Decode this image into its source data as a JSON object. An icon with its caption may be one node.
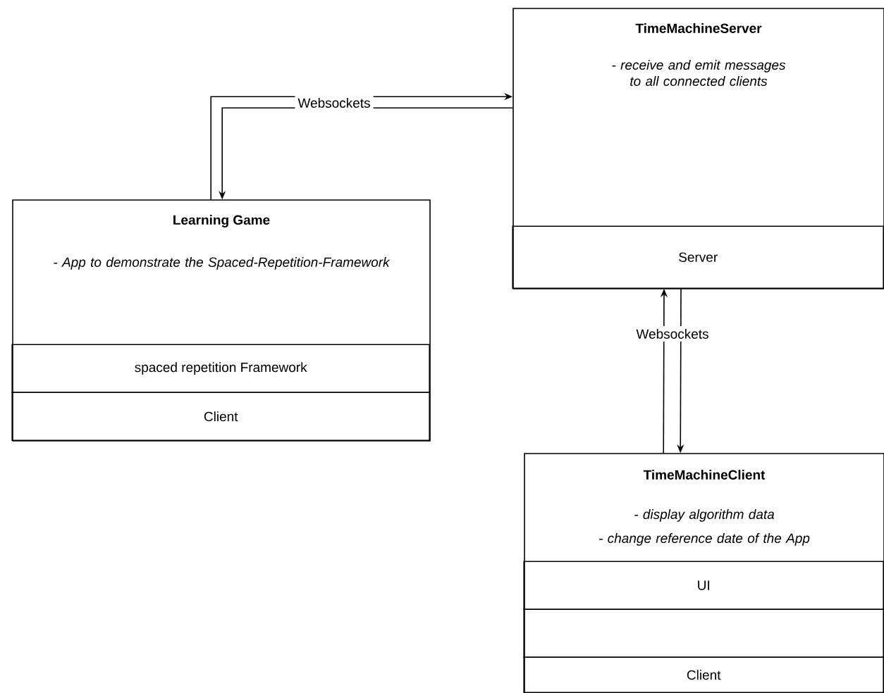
{
  "diagram": {
    "nodes": [
      {
        "text": [
          "TimeMachineServer",
          "- receive and emit messages to all connected clients"
        ]
      },
      {
        "text": [
          "Server"
        ],
        "in": 0
      },
      {
        "text": [
          "Learning Game",
          "- App to demonstrate the Spaced-Repetition-Framework"
        ]
      },
      {
        "text": [
          "spaced repetition Framework"
        ],
        "in": 2
      },
      {
        "text": [
          "Client"
        ],
        "in": 2
      },
      {
        "text": [
          "TimeMachineClient",
          "- display algorithm data",
          "- change reference date of the App"
        ]
      },
      {
        "text": [
          "UI"
        ],
        "in": 5
      },
      {
        "text": [],
        "shape": "box",
        "in": 5
      },
      {
        "text": [
          "Client"
        ],
        "in": 5
      }
    ],
    "edges": [
      {
        "from": 2,
        "to": 0,
        "arrow": "to",
        "label": "Websockets"
      },
      {
        "from": 0,
        "to": 2,
        "arrow": "to"
      },
      {
        "from": 5,
        "to": 1,
        "arrow": "to",
        "label": "Websockets"
      },
      {
        "from": 1,
        "to": 5,
        "arrow": "to"
      }
    ]
  }
}
